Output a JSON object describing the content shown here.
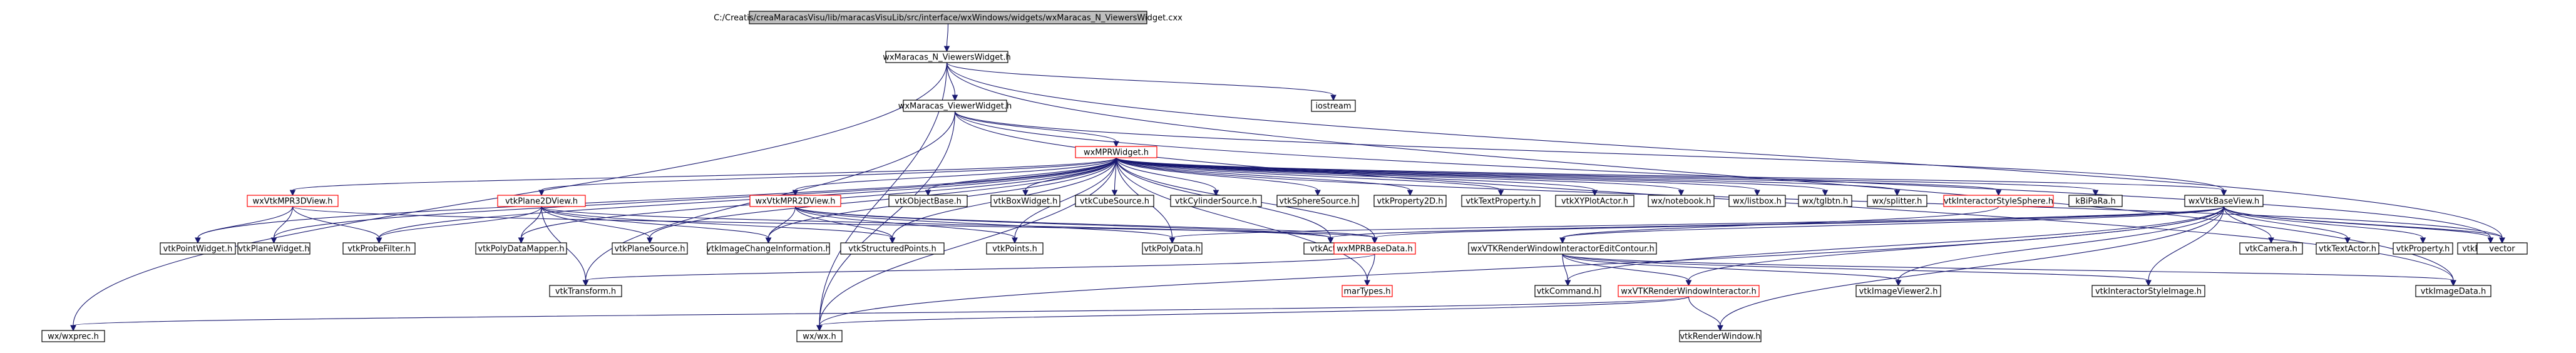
{
  "diagram": {
    "nodes": [
      {
        "id": "root",
        "label": "C:/Creatis/creaMaracasVisu/lib/maracasVisuLib/src/interface/wxWindows/widgets/wxMaracas_N_ViewersWidget.cxx",
        "root": true
      },
      {
        "id": "nviewers",
        "label": "wxMaracas_N_ViewersWidget.h"
      },
      {
        "id": "iostream",
        "label": "iostream"
      },
      {
        "id": "viewerwidget",
        "label": "wxMaracas_ViewerWidget.h"
      },
      {
        "id": "mprwidget",
        "label": "wxMPRWidget.h",
        "red": true
      },
      {
        "id": "vtkmpr3d",
        "label": "wxVtkMPR3DView.h",
        "red": true
      },
      {
        "id": "plane2d",
        "label": "vtkPlane2DView.h",
        "red": true
      },
      {
        "id": "vtkmpr2d",
        "label": "wxVtkMPR2DView.h",
        "red": true
      },
      {
        "id": "objectbase",
        "label": "vtkObjectBase.h"
      },
      {
        "id": "boxwidget",
        "label": "vtkBoxWidget.h"
      },
      {
        "id": "cubesource",
        "label": "vtkCubeSource.h"
      },
      {
        "id": "cylindersource",
        "label": "vtkCylinderSource.h"
      },
      {
        "id": "spheresource",
        "label": "vtkSphereSource.h"
      },
      {
        "id": "property2d",
        "label": "vtkProperty2D.h"
      },
      {
        "id": "textproperty",
        "label": "vtkTextProperty.h"
      },
      {
        "id": "xyplotactor",
        "label": "vtkXYPlotActor.h"
      },
      {
        "id": "notebook",
        "label": "wx/notebook.h"
      },
      {
        "id": "listbox",
        "label": "wx/listbox.h"
      },
      {
        "id": "tglbtn",
        "label": "wx/tglbtn.h"
      },
      {
        "id": "splitter",
        "label": "wx/splitter.h"
      },
      {
        "id": "interactorsphere",
        "label": "vtkInteractorStyleSphere.h",
        "red": true
      },
      {
        "id": "kbpa",
        "label": "kBiPaRa.h"
      },
      {
        "id": "vtkbaseview",
        "label": "wxVtkBaseView.h"
      },
      {
        "id": "pointwidget",
        "label": "vtkPointWidget.h"
      },
      {
        "id": "planewidget",
        "label": "vtkPlaneWidget.h"
      },
      {
        "id": "probefilter",
        "label": "vtkProbeFilter.h"
      },
      {
        "id": "polydatamapper",
        "label": "vtkPolyDataMapper.h"
      },
      {
        "id": "planesource",
        "label": "vtkPlaneSource.h"
      },
      {
        "id": "imagechange",
        "label": "vtkImageChangeInformation.h"
      },
      {
        "id": "structuredpoints",
        "label": "vtkStructuredPoints.h"
      },
      {
        "id": "points",
        "label": "vtkPoints.h"
      },
      {
        "id": "polydata",
        "label": "vtkPolyData.h"
      },
      {
        "id": "actor",
        "label": "vtkActor.h"
      },
      {
        "id": "mprbasedata",
        "label": "wxMPRBaseData.h",
        "red": true
      },
      {
        "id": "editcontour",
        "label": "wxVTKRenderWindowInteractorEditContour.h"
      },
      {
        "id": "camera",
        "label": "vtkCamera.h"
      },
      {
        "id": "textactor",
        "label": "vtkTextActor.h"
      },
      {
        "id": "property",
        "label": "vtkProperty.h"
      },
      {
        "id": "renderer",
        "label": "vtkRenderer.h"
      },
      {
        "id": "vector",
        "label": "vector"
      },
      {
        "id": "transform",
        "label": "vtkTransform.h"
      },
      {
        "id": "martypes",
        "label": "marTypes.h",
        "red": true
      },
      {
        "id": "command",
        "label": "vtkCommand.h"
      },
      {
        "id": "rwinteractor",
        "label": "wxVTKRenderWindowInteractor.h",
        "red": true
      },
      {
        "id": "imageviewer2",
        "label": "vtkImageViewer2.h"
      },
      {
        "id": "interactorimage",
        "label": "vtkInteractorStyleImage.h"
      },
      {
        "id": "imagedata",
        "label": "vtkImageData.h"
      },
      {
        "id": "wxexprec",
        "label": "wx/wxprec.h"
      },
      {
        "id": "wxwx",
        "label": "wx/wx.h"
      },
      {
        "id": "renderwindow",
        "label": "vtkRenderWindow.h"
      }
    ],
    "edges": [
      [
        "root",
        "nviewers"
      ],
      [
        "nviewers",
        "iostream"
      ],
      [
        "nviewers",
        "viewerwidget"
      ],
      [
        "nviewers",
        "wxexprec"
      ],
      [
        "nviewers",
        "wxwx"
      ],
      [
        "nviewers",
        "vector"
      ],
      [
        "nviewers",
        "imagedata"
      ],
      [
        "viewerwidget",
        "mprwidget"
      ],
      [
        "viewerwidget",
        "vtkbaseview"
      ],
      [
        "viewerwidget",
        "renderer"
      ],
      [
        "viewerwidget",
        "imagedata"
      ],
      [
        "viewerwidget",
        "transform"
      ],
      [
        "viewerwidget",
        "wxwx"
      ],
      [
        "mprwidget",
        "vtkmpr3d"
      ],
      [
        "mprwidget",
        "plane2d"
      ],
      [
        "mprwidget",
        "vtkmpr2d"
      ],
      [
        "mprwidget",
        "objectbase"
      ],
      [
        "mprwidget",
        "boxwidget"
      ],
      [
        "mprwidget",
        "cubesource"
      ],
      [
        "mprwidget",
        "cylindersource"
      ],
      [
        "mprwidget",
        "spheresource"
      ],
      [
        "mprwidget",
        "property2d"
      ],
      [
        "mprwidget",
        "textproperty"
      ],
      [
        "mprwidget",
        "xyplotactor"
      ],
      [
        "mprwidget",
        "notebook"
      ],
      [
        "mprwidget",
        "listbox"
      ],
      [
        "mprwidget",
        "tglbtn"
      ],
      [
        "mprwidget",
        "splitter"
      ],
      [
        "mprwidget",
        "interactorsphere"
      ],
      [
        "mprwidget",
        "kbpa"
      ],
      [
        "mprwidget",
        "vtkbaseview"
      ],
      [
        "mprwidget",
        "pointwidget"
      ],
      [
        "mprwidget",
        "planewidget"
      ],
      [
        "mprwidget",
        "probefilter"
      ],
      [
        "mprwidget",
        "polydatamapper"
      ],
      [
        "mprwidget",
        "planesource"
      ],
      [
        "mprwidget",
        "imagechange"
      ],
      [
        "mprwidget",
        "structuredpoints"
      ],
      [
        "mprwidget",
        "points"
      ],
      [
        "mprwidget",
        "polydata"
      ],
      [
        "mprwidget",
        "actor"
      ],
      [
        "mprwidget",
        "mprbasedata"
      ],
      [
        "mprwidget",
        "martypes"
      ],
      [
        "mprwidget",
        "wxwx"
      ],
      [
        "mprwidget",
        "vector"
      ],
      [
        "vtkmpr3d",
        "pointwidget"
      ],
      [
        "vtkmpr3d",
        "planewidget"
      ],
      [
        "vtkmpr3d",
        "probefilter"
      ],
      [
        "vtkmpr3d",
        "mprbasedata"
      ],
      [
        "plane2d",
        "probefilter"
      ],
      [
        "plane2d",
        "polydatamapper"
      ],
      [
        "plane2d",
        "planesource"
      ],
      [
        "plane2d",
        "imagechange"
      ],
      [
        "plane2d",
        "transform"
      ],
      [
        "plane2d",
        "structuredpoints"
      ],
      [
        "plane2d",
        "actor"
      ],
      [
        "vtkmpr2d",
        "imagechange"
      ],
      [
        "vtkmpr2d",
        "structuredpoints"
      ],
      [
        "vtkmpr2d",
        "points"
      ],
      [
        "vtkmpr2d",
        "polydata"
      ],
      [
        "vtkmpr2d",
        "actor"
      ],
      [
        "vtkmpr2d",
        "mprbasedata"
      ],
      [
        "interactorsphere",
        "editcontour"
      ],
      [
        "vtkbaseview",
        "actor"
      ],
      [
        "vtkbaseview",
        "mprbasedata"
      ],
      [
        "vtkbaseview",
        "editcontour"
      ],
      [
        "vtkbaseview",
        "camera"
      ],
      [
        "vtkbaseview",
        "textactor"
      ],
      [
        "vtkbaseview",
        "property"
      ],
      [
        "vtkbaseview",
        "renderer"
      ],
      [
        "vtkbaseview",
        "vector"
      ],
      [
        "vtkbaseview",
        "polydata"
      ],
      [
        "vtkbaseview",
        "imageviewer2"
      ],
      [
        "vtkbaseview",
        "interactorimage"
      ],
      [
        "vtkbaseview",
        "rwinteractor"
      ],
      [
        "vtkbaseview",
        "command"
      ],
      [
        "vtkbaseview",
        "wxwx"
      ],
      [
        "vtkbaseview",
        "renderwindow"
      ],
      [
        "mprbasedata",
        "transform"
      ],
      [
        "mprbasedata",
        "martypes"
      ],
      [
        "editcontour",
        "rwinteractor"
      ],
      [
        "editcontour",
        "command"
      ],
      [
        "editcontour",
        "imageviewer2"
      ],
      [
        "editcontour",
        "interactorimage"
      ],
      [
        "editcontour",
        "imagedata"
      ],
      [
        "rwinteractor",
        "wxexprec"
      ],
      [
        "rwinteractor",
        "wxwx"
      ],
      [
        "rwinteractor",
        "renderwindow"
      ]
    ]
  }
}
